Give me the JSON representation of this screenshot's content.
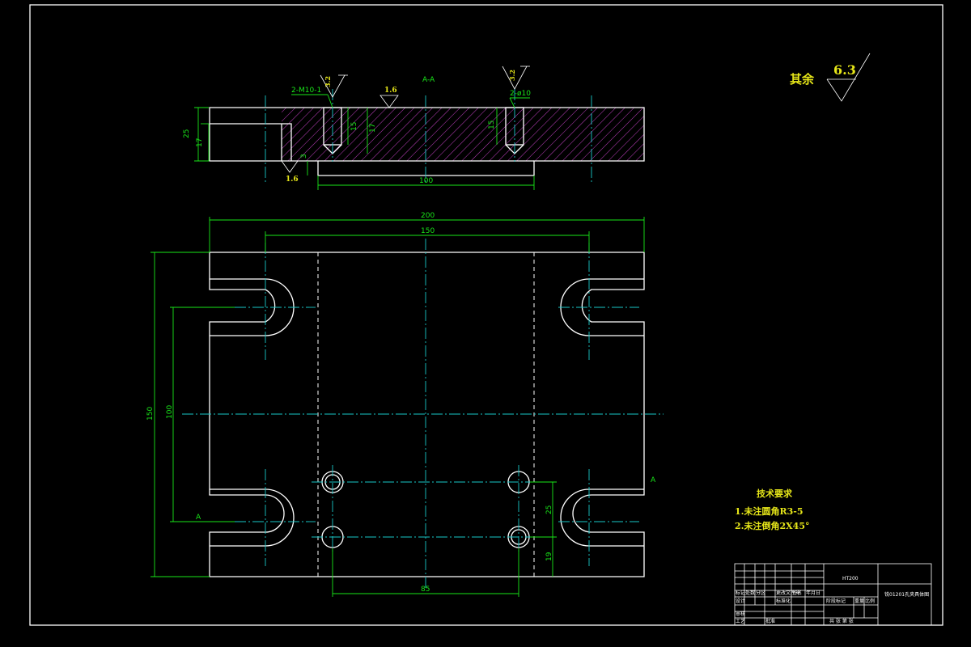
{
  "section": {
    "label": "A-A"
  },
  "section_marks": {
    "arrow": "A"
  },
  "roughness": {
    "rest_label": "其余",
    "rest_value": "6.3",
    "top_value": "1.6",
    "bottom_value": "1.6",
    "hole1_value": "3.2",
    "hole2_value": "3.2"
  },
  "holes": {
    "threaded": "2-M10-1",
    "plain": "2-ø10"
  },
  "dims": {
    "thickness": "25",
    "step_depth": "17",
    "hole_depth_1": "15",
    "hole_depth_2": "17",
    "hole_depth_3": "15",
    "slot_height": "3",
    "bottom_slot": "100",
    "overall_length": "200",
    "slot_spacing": "150",
    "overall_height": "150",
    "slot_vertical": "100",
    "hole_spacing_x": "85",
    "hole_spacing_y": "25",
    "hole_offset": "19"
  },
  "tech_requirements": {
    "title": "技术要求",
    "item1": "1.未注圆角R3-5",
    "item2": "2.未注倒角2X45°"
  },
  "title_block": {
    "material": "HT200",
    "part_name": "铣01201孔夹具体图",
    "labels": [
      "标记",
      "处数",
      "分区",
      "更改文件号",
      "签名",
      "年月日",
      "设计",
      "标准化",
      "阶段标记",
      "重量",
      "比例",
      "审核",
      "工艺",
      "批准",
      "共 张 第 张"
    ]
  },
  "colors": {
    "background": "#000000",
    "outline": "#ffffff",
    "dimension": "#19e619",
    "centerline": "#19c8c8",
    "hatch": "#c040c0",
    "annotation": "#e6e619"
  }
}
